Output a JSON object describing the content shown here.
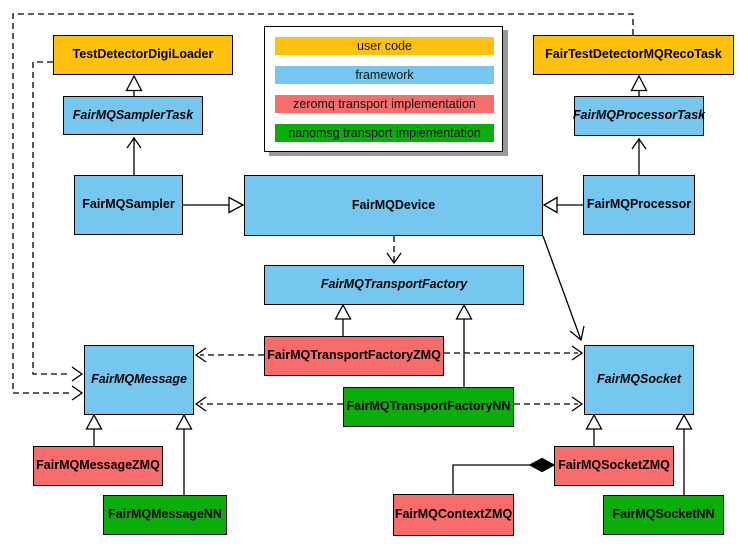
{
  "colors": {
    "user_code": "#FFC10E",
    "framework": "#76C7F0",
    "zeromq": "#F96C6C",
    "nanomsg": "#0BAD0B"
  },
  "legend": {
    "items": [
      {
        "label": "user code",
        "key": "user_code"
      },
      {
        "label": "framework",
        "key": "framework"
      },
      {
        "label": "zeromq transport implementation",
        "key": "zeromq"
      },
      {
        "label": "nanomsg transport implementation",
        "key": "nanomsg"
      }
    ]
  },
  "nodes": {
    "digiLoader": {
      "label": "TestDetectorDigiLoader",
      "key": "user_code"
    },
    "recoTask": {
      "label": "FairTestDetectorMQRecoTask",
      "key": "user_code"
    },
    "samplerTask": {
      "label": "FairMQSamplerTask",
      "key": "framework"
    },
    "processorTask": {
      "label": "FairMQProcessorTask",
      "key": "framework"
    },
    "sampler": {
      "label": "FairMQSampler",
      "key": "framework"
    },
    "device": {
      "label": "FairMQDevice",
      "key": "framework"
    },
    "processor": {
      "label": "FairMQProcessor",
      "key": "framework"
    },
    "transportFactory": {
      "label": "FairMQTransportFactory",
      "key": "framework"
    },
    "transportFactoryZmq": {
      "label": "FairMQTransportFactoryZMQ",
      "key": "zeromq"
    },
    "transportFactoryNn": {
      "label": "FairMQTransportFactoryNN",
      "key": "nanomsg"
    },
    "message": {
      "label": "FairMQMessage",
      "key": "framework"
    },
    "socket": {
      "label": "FairMQSocket",
      "key": "framework"
    },
    "messageZmq": {
      "label": "FairMQMessageZMQ",
      "key": "zeromq"
    },
    "messageNn": {
      "label": "FairMQMessageNN",
      "key": "nanomsg"
    },
    "contextZmq": {
      "label": "FairMQContextZMQ",
      "key": "zeromq"
    },
    "socketZmq": {
      "label": "FairMQSocketZMQ",
      "key": "zeromq"
    },
    "socketNn": {
      "label": "FairMQSocketNN",
      "key": "nanomsg"
    }
  }
}
